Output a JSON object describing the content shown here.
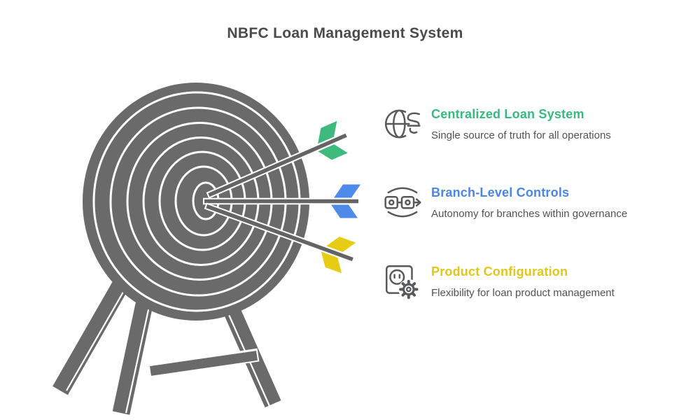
{
  "title": "NBFC Loan Management System",
  "illustration": {
    "name": "archery-target-with-three-arrows",
    "target_color": "#6a6a6a",
    "ring_outline_color": "#ffffff",
    "arrow_shaft_color": "#646464"
  },
  "items": [
    {
      "heading": "Centralized Loan System",
      "description": "Single source of truth for all operations",
      "accent_color": "#35bb7d",
      "fletching_color": "#3eba7e",
      "icon": "globe-currency-icon"
    },
    {
      "heading": "Branch-Level Controls",
      "description": "Autonomy for branches within governance",
      "accent_color": "#4a86e8",
      "fletching_color": "#4e8ae9",
      "icon": "workflow-modules-icon"
    },
    {
      "heading": "Product Configuration",
      "description": "Flexibility for loan product management",
      "accent_color": "#e3c61b",
      "fletching_color": "#e7cc15",
      "icon": "plug-gear-icon"
    }
  ]
}
